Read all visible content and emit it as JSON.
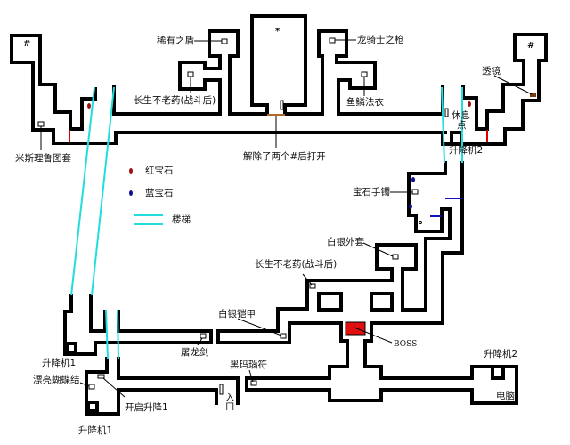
{
  "colors": {
    "wall": "#000000",
    "ruby": "#a01010",
    "sapphire": "#101090",
    "stairs": "#22dddd",
    "gate": "#e00000",
    "door": "#b06a2a",
    "boss": "#e01010",
    "blue_gate": "#1010c0",
    "lens": "#7a3b10"
  },
  "symbols": {
    "hash_left": "#",
    "hash_right": "#",
    "star": "*"
  },
  "legend": {
    "ruby": "红宝石",
    "sapphire": "蓝宝石",
    "stairs": "楼梯"
  },
  "labels": {
    "rare_shield": "稀有之盾",
    "elixir_top": "长生不老药(战斗后)",
    "dragon_lance": "龙骑士之枪",
    "scale_robe": "鱼鳞法衣",
    "misrill_gloves": "米斯理鲁图套",
    "door_note": "解除了两个#后打开",
    "lens": "透镜",
    "rest_point_1": "休息",
    "rest_point_2": "点",
    "lift2_top": "升降机2",
    "gem_bracelet": "宝石手镯",
    "silver_coat": "白银外套",
    "elixir_mid": "长生不老药(战斗后)",
    "silver_armor": "白银铠甲",
    "boss": "BOSS",
    "dragon_sword": "屠龙剑",
    "lift1_upper": "升降机1",
    "onyx_charm": "黑玛瑙符",
    "pretty_ribbon": "漂亮蝴蝶结",
    "open_lift1": "开启升降1",
    "entrance_1": "入",
    "entrance_2": "口",
    "lift1_lower": "升降机1",
    "lift2_bottom": "升降机2",
    "computer": "电脑"
  }
}
